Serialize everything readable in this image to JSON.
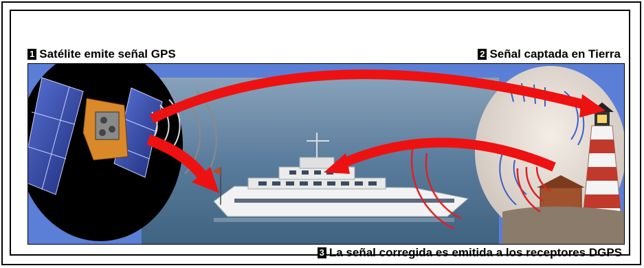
{
  "steps": [
    {
      "number": "1",
      "text": "Satélite emite señal GPS"
    },
    {
      "number": "2",
      "text": "Señal captada en Tierra"
    },
    {
      "number": "3",
      "text": "La señal corregida es emitida a los receptores DGPS"
    }
  ],
  "colors": {
    "background_blue": "#5b7fd6",
    "sea": "#4a6e8f",
    "arrow": "#ee1111",
    "satellite_panel": "#2a3f9a",
    "satellite_body": "#d9892a"
  }
}
